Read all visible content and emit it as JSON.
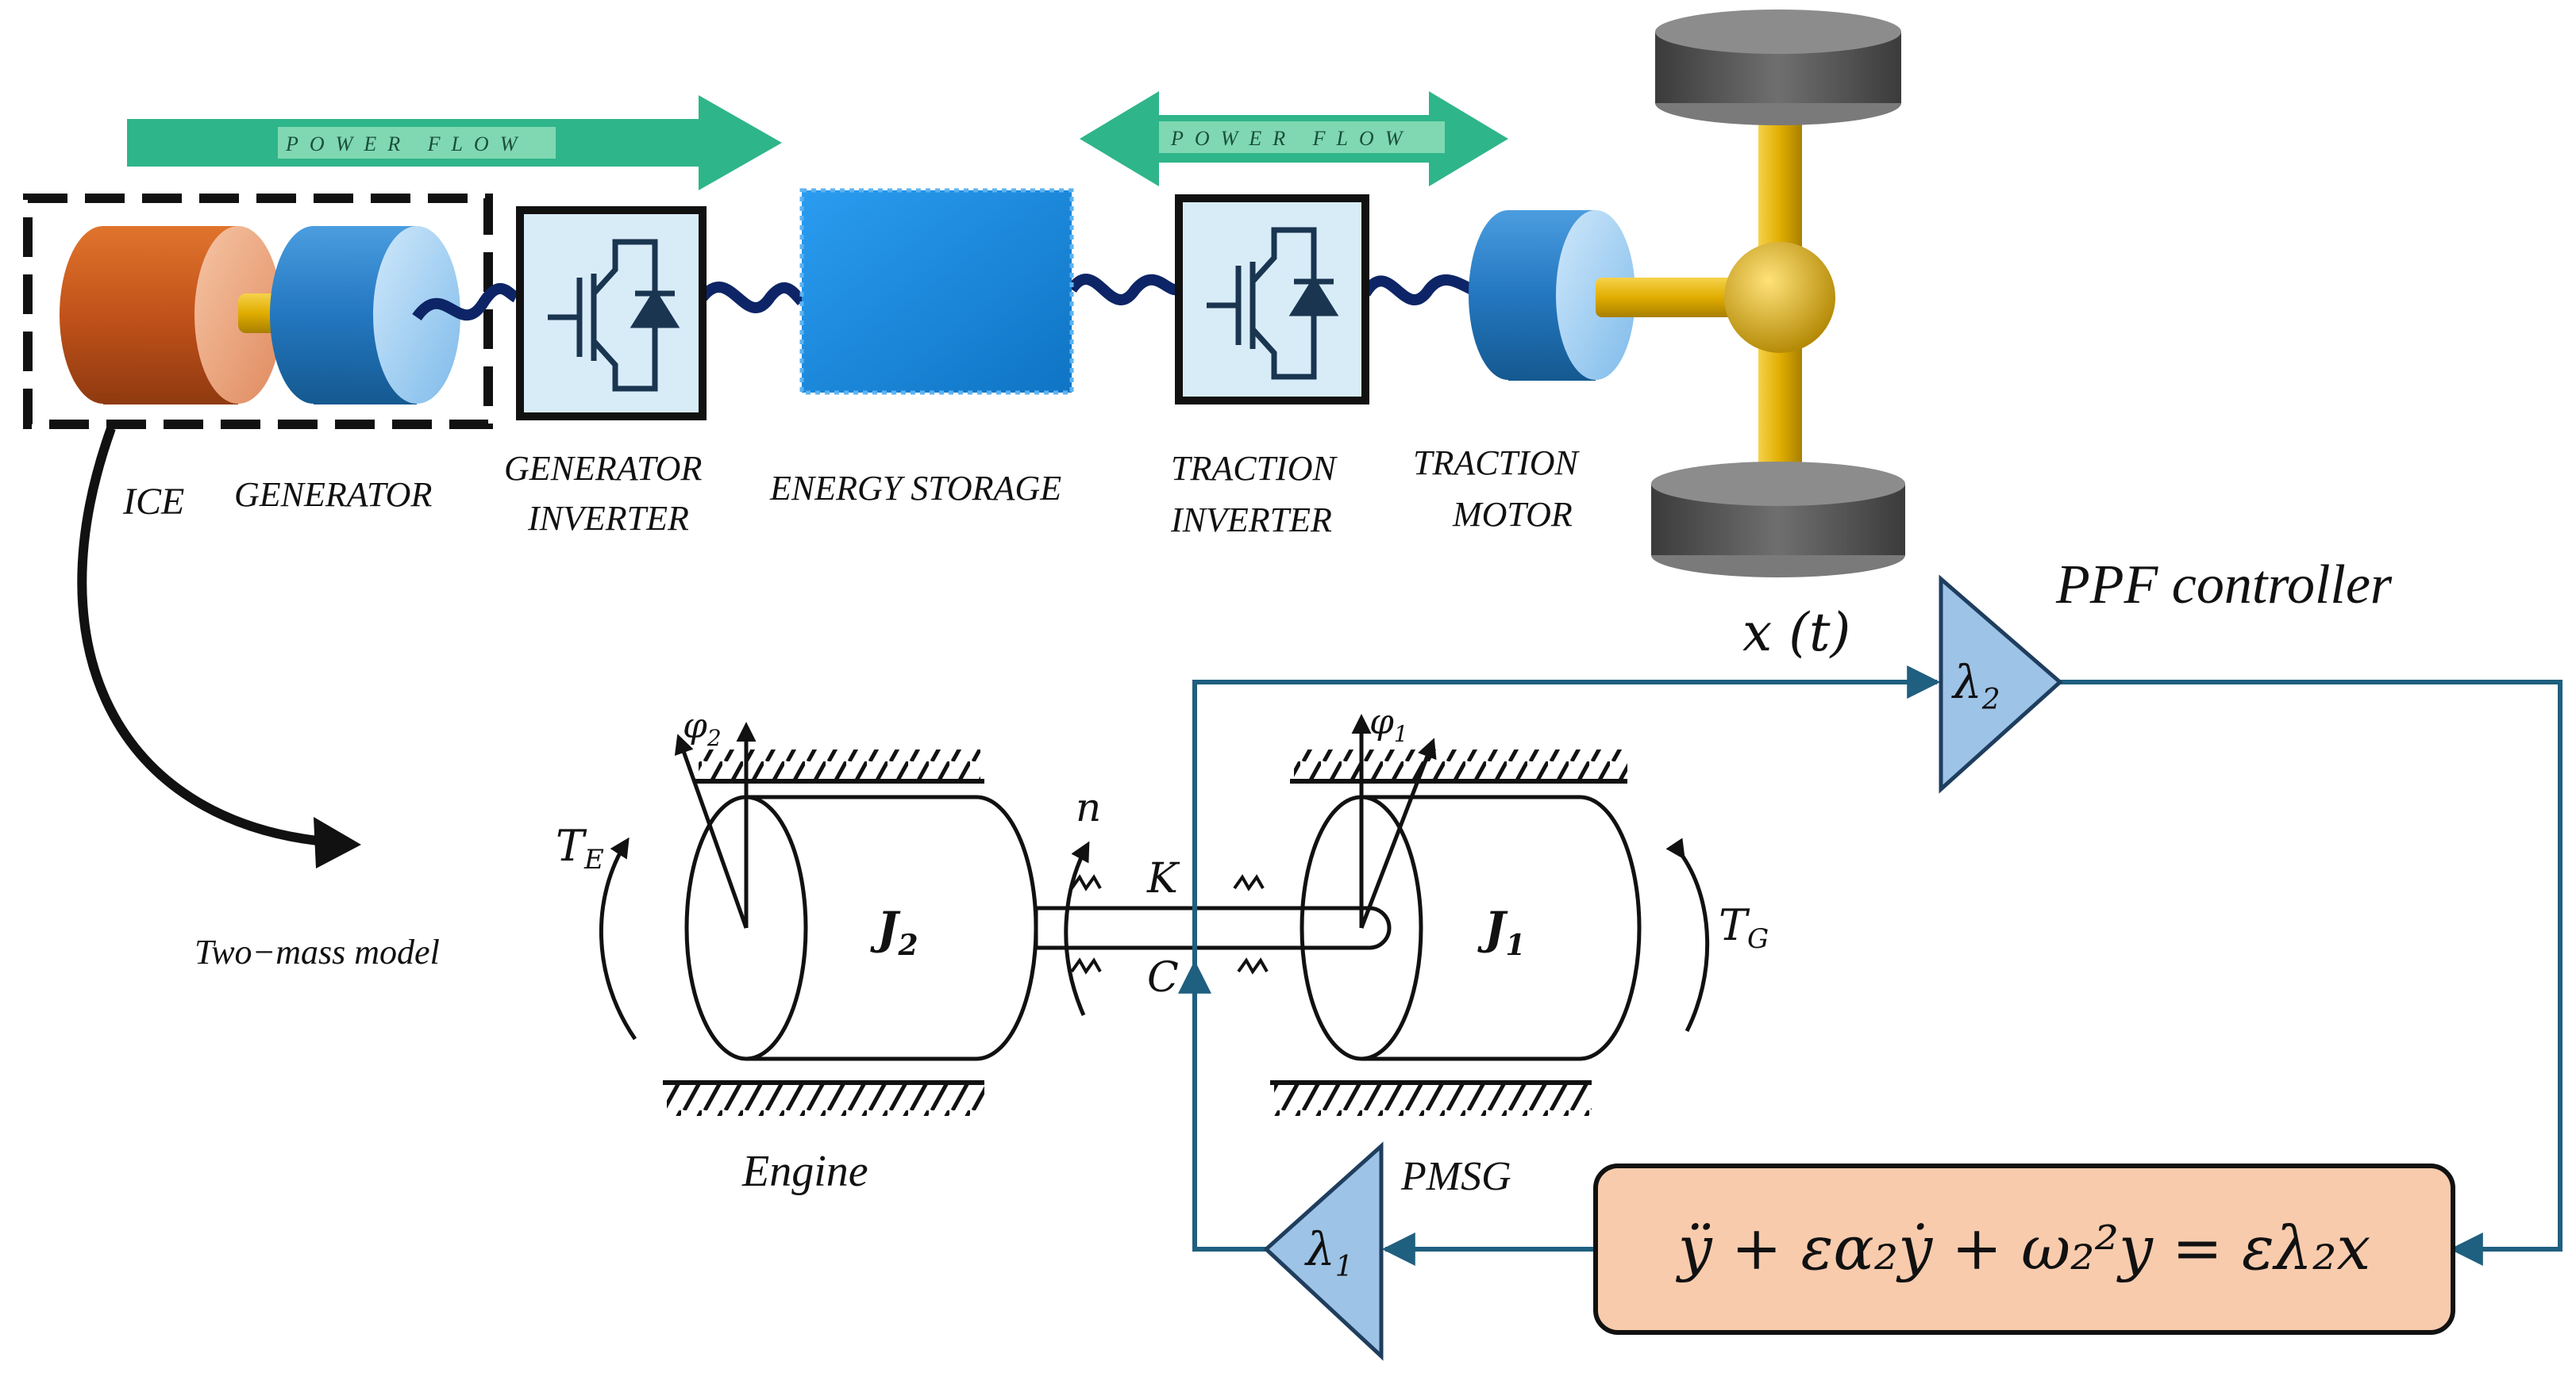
{
  "top_row": {
    "power_flow_left": "POWER FLOW",
    "power_flow_right": "POWER FLOW",
    "labels": {
      "ice": "ICE",
      "generator": "GENERATOR",
      "generator_inverter_1": "GENERATOR",
      "generator_inverter_2": "INVERTER",
      "energy_storage": "ENERGY STORAGE",
      "traction_inverter_1": "TRACTION",
      "traction_inverter_2": "INVERTER",
      "traction_motor_1": "TRACTION",
      "traction_motor_2": "MOTOR"
    }
  },
  "two_mass": {
    "model_label": "Two−mass model",
    "engine_label": "Engine",
    "pmsg_label": "PMSG",
    "j2": "J",
    "j2_sub": "2",
    "j1": "J",
    "j1_sub": "1",
    "te": "T",
    "te_sub": "E",
    "tg": "T",
    "tg_sub": "G",
    "phi2": "φ",
    "phi2_sub": "2",
    "phi1": "φ",
    "phi1_sub": "1",
    "n": "n",
    "k": "K",
    "c": "C"
  },
  "controller": {
    "title": "PPF  controller",
    "input": "x (t)",
    "gain_top": "λ",
    "gain_top_sub": "2",
    "gain_bottom": "λ",
    "gain_bottom_sub": "1",
    "equation": "ÿ + εα₂ẏ + ω₂²y = ελ₂x"
  },
  "colors": {
    "ice": "#c95a1e",
    "generator": "#2f7fc4",
    "inverter_bg": "#d8ecf8",
    "energy_storage": "#1e8fe0",
    "power_flow": "#2fb58a",
    "axle": "#e6b400",
    "wheel": "#555555",
    "signal_line": "#1f5f7f",
    "gain_fill": "#9dc3e6",
    "equation_fill": "#f8cbad"
  }
}
